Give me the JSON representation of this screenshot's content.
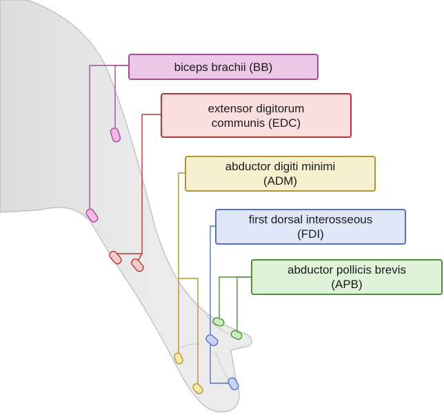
{
  "labels": {
    "bb": {
      "line1": "biceps brachii (BB)"
    },
    "edc": {
      "line1": "extensor digitorum",
      "line2": "communis (EDC)"
    },
    "adm": {
      "line1": "abductor digiti minimi",
      "line2": "(ADM)"
    },
    "fdi": {
      "line1": "first dorsal interosseous",
      "line2": "(FDI)"
    },
    "apb": {
      "line1": "abductor pollicis brevis",
      "line2": "(APB)"
    }
  },
  "colors": {
    "bb": {
      "fill": "#ecc8e6",
      "stroke": "#a04c98",
      "electrode": "#f2b8e6"
    },
    "edc": {
      "fill": "#fbdede",
      "stroke": "#b83232",
      "electrode": "#f7c9c9"
    },
    "adm": {
      "fill": "#f6f0cf",
      "stroke": "#b8922c",
      "electrode": "#f5e9a8"
    },
    "fdi": {
      "fill": "#dfe6f8",
      "stroke": "#5470c4",
      "electrode": "#c9d4f5"
    },
    "apb": {
      "fill": "#def2d8",
      "stroke": "#4f8f3a",
      "electrode": "#c8ecbc"
    },
    "skin": "#ebebeb",
    "skin_outline": "#b9b9b9"
  },
  "icons": {
    "arm": "arm-illustration-icon",
    "electrode": "emg-electrode-icon"
  }
}
